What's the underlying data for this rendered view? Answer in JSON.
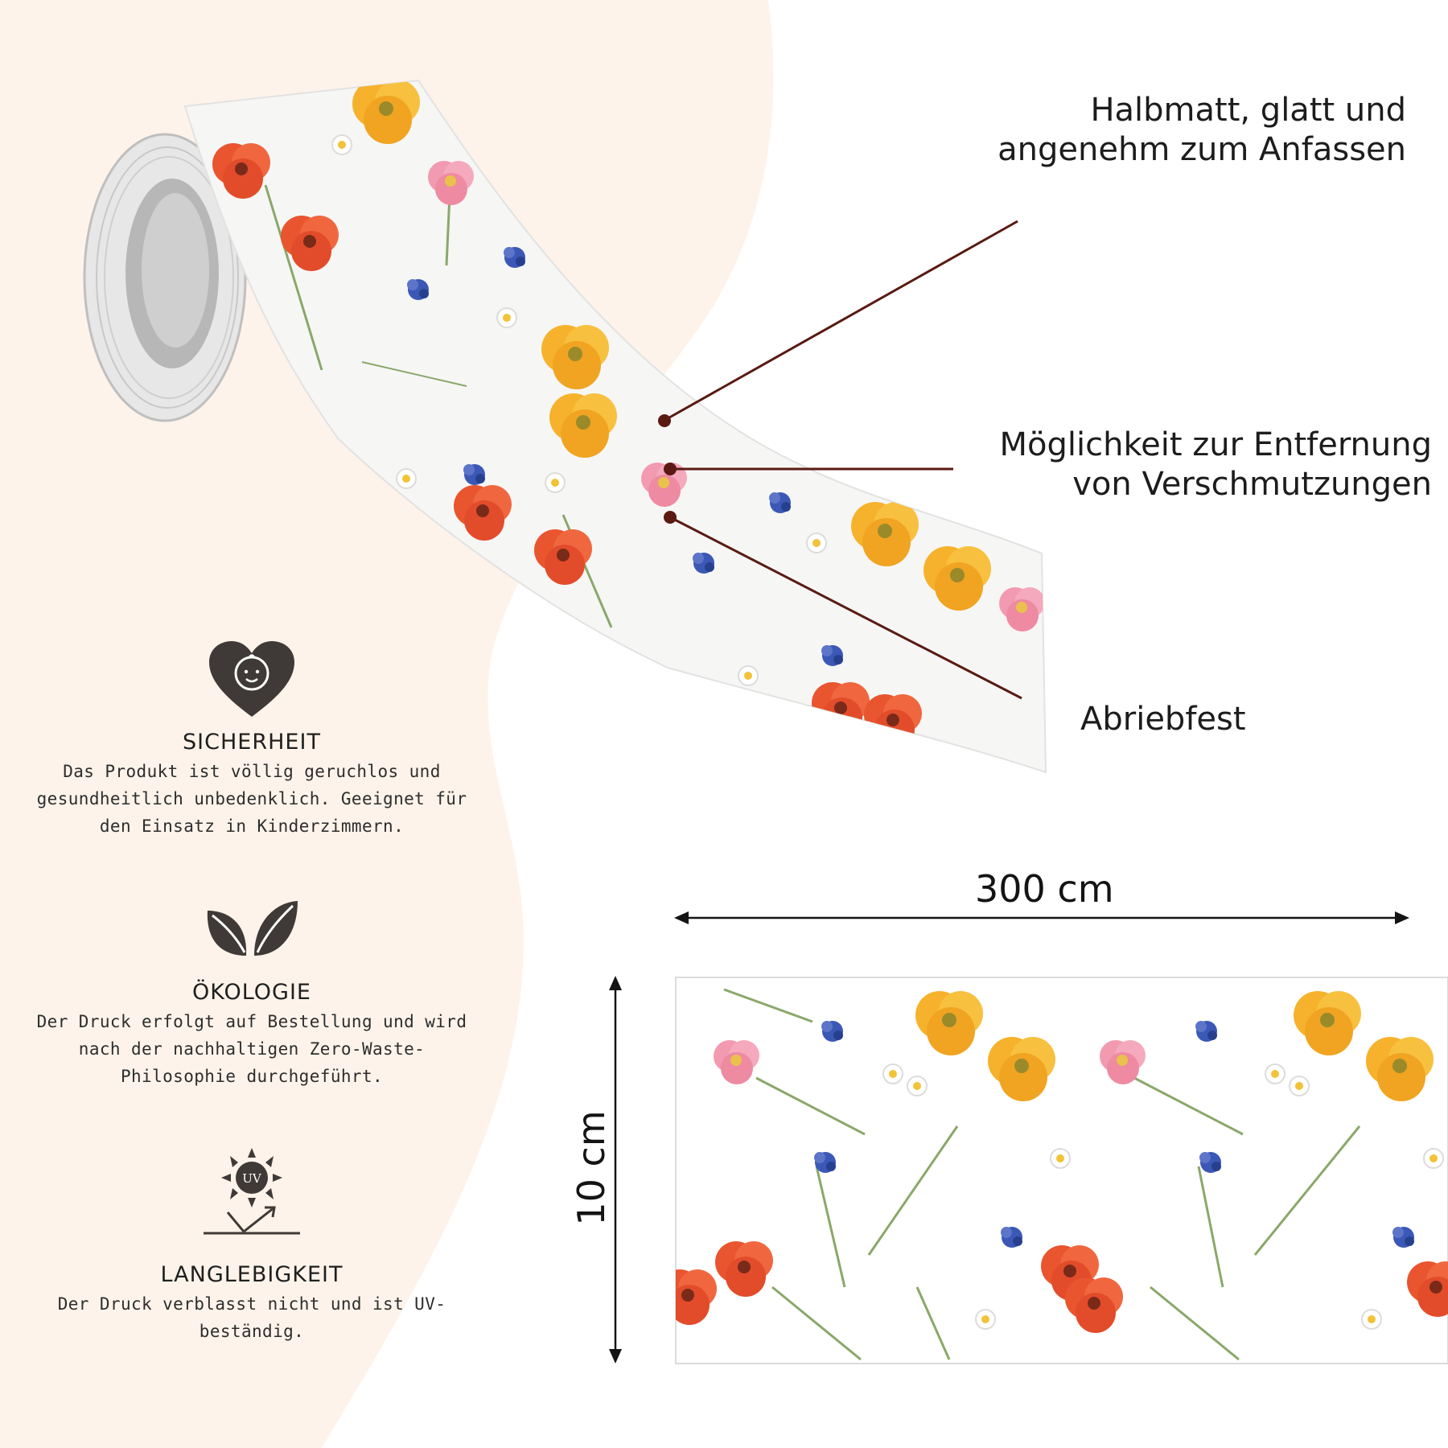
{
  "callouts": {
    "surface_line1": "Halbmatt, glatt und",
    "surface_line2": "angenehm zum Anfassen",
    "clean_line1": "Möglichkeit zur Entfernung",
    "clean_line2": "von Verschmutzungen",
    "abrasion": "Abriebfest"
  },
  "features": [
    {
      "icon": "baby-heart-icon",
      "title": "SICHERHEIT",
      "text_lines": [
        "Das Produkt ist völlig geruchlos und",
        "gesundheitlich unbedenklich. Geeignet für",
        "den Einsatz in Kinderzimmern."
      ]
    },
    {
      "icon": "leaves-icon",
      "title": "ÖKOLOGIE",
      "text_lines": [
        "Der Druck erfolgt auf Bestellung und wird",
        "nach der nachhaltigen Zero-Waste-",
        "Philosophie durchgeführt."
      ]
    },
    {
      "icon": "uv-sun-icon",
      "icon_text": "UV",
      "title": "LANGLEBIGKEIT",
      "text_lines": [
        "Der Druck verblasst nicht und ist UV-",
        "beständig."
      ]
    }
  ],
  "dimensions": {
    "width_label": "300 cm",
    "height_label": "10 cm"
  },
  "colors": {
    "cream_background": "#fdf3ea",
    "leader_line": "#5a1a12",
    "icon_dark": "#3f3a37",
    "poppy_red": "#ea5a35",
    "poppy_yellow": "#f5b02a",
    "poppy_pink": "#f08aa0",
    "cornflower_blue": "#3a54b0",
    "stem_green": "#8aa86a"
  }
}
